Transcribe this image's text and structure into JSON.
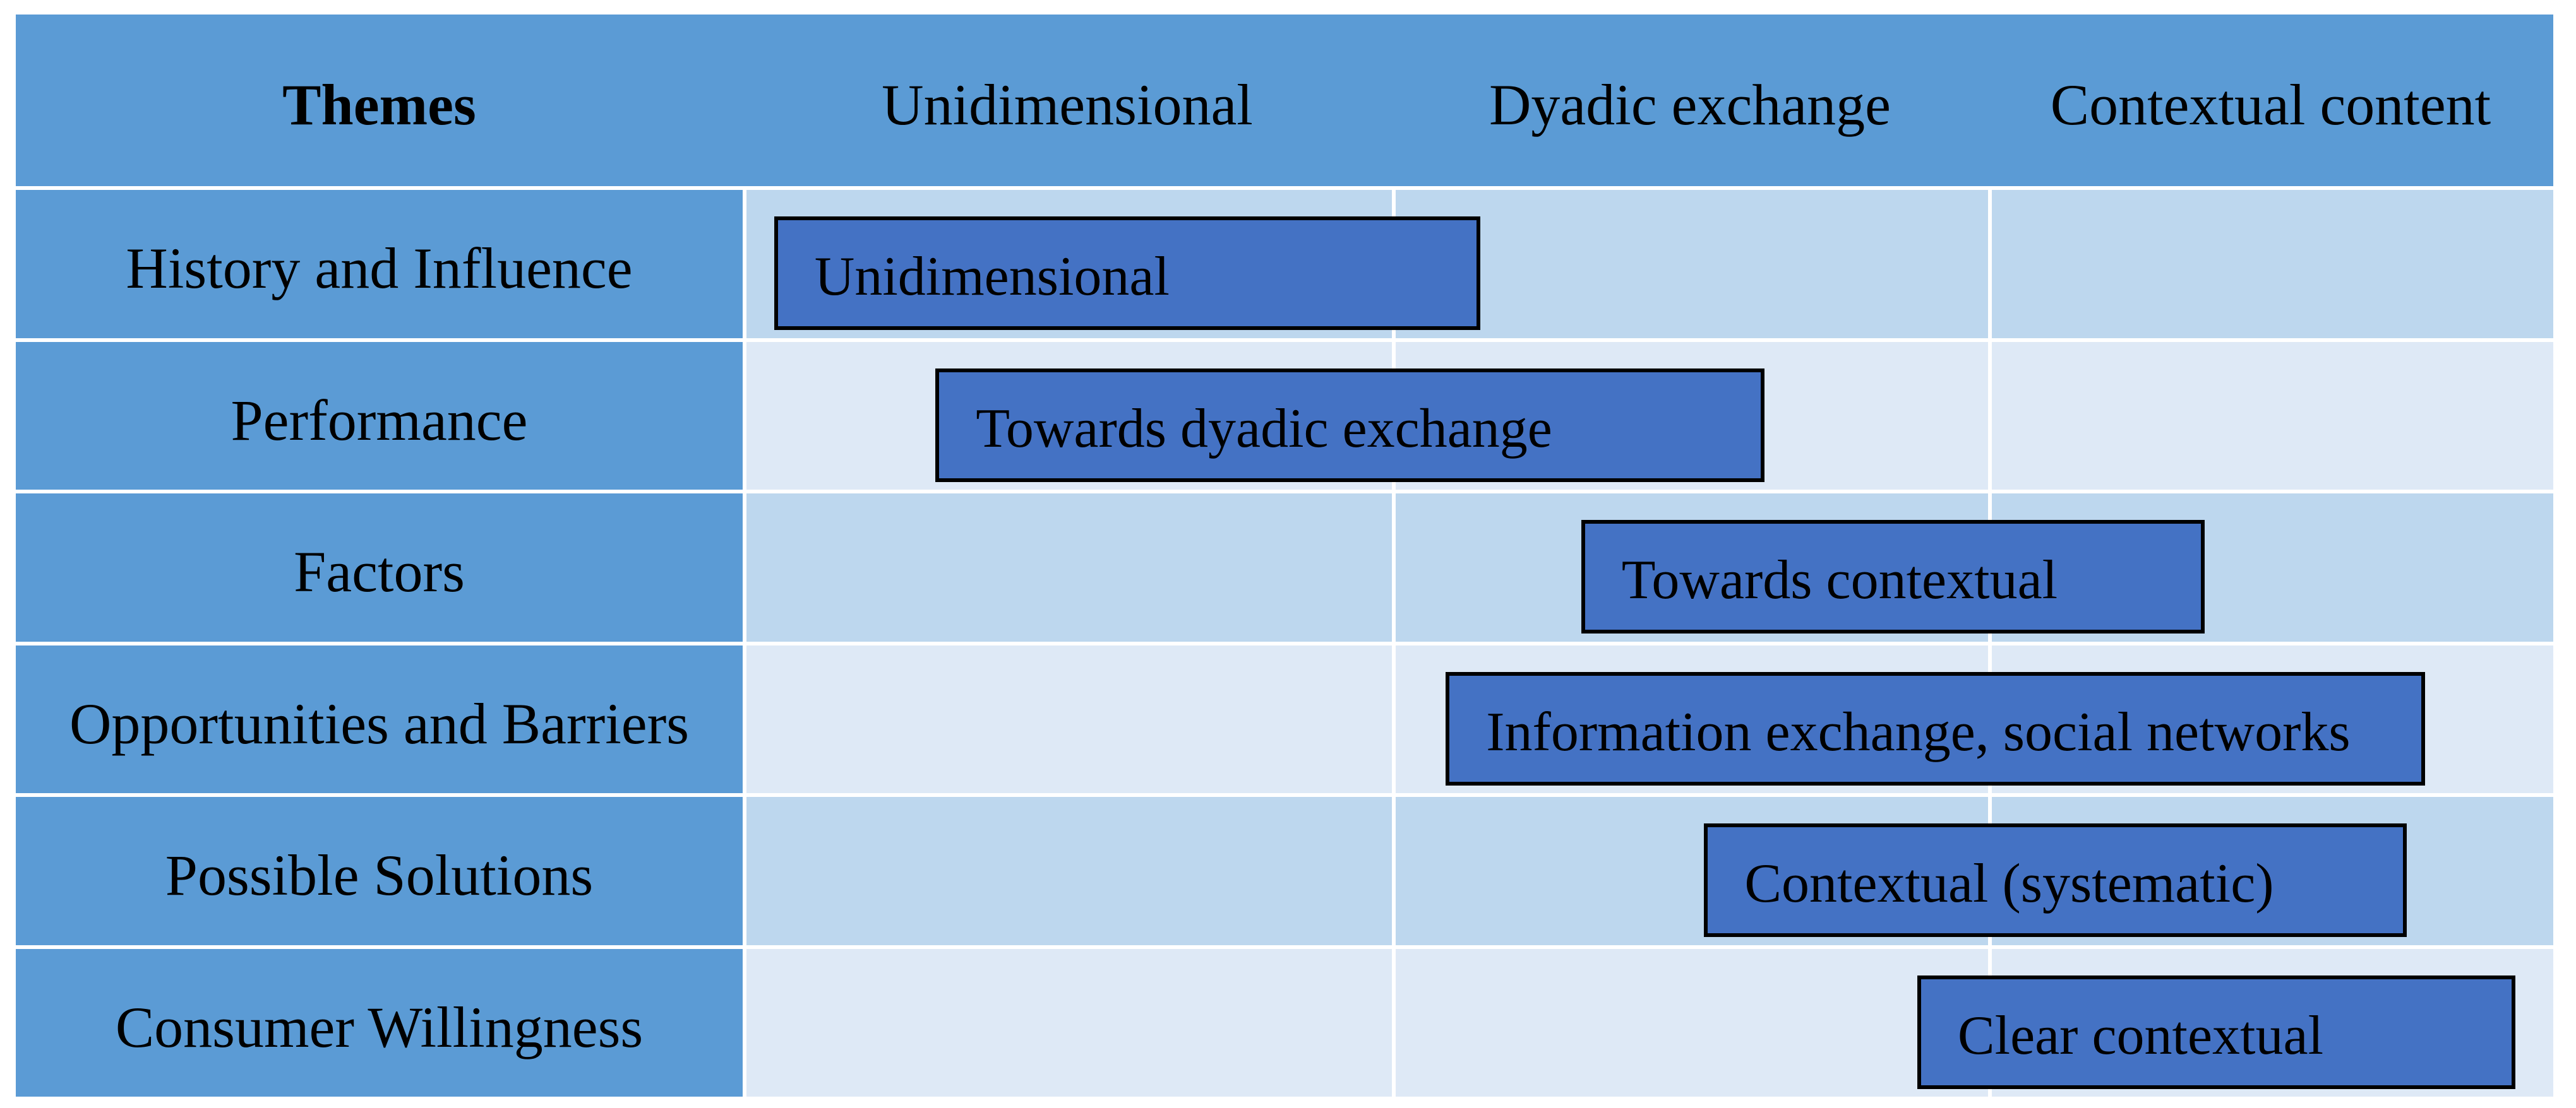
{
  "figure": {
    "description": "Thematic progression matrix: six research themes mapped across three value-exchange stages with gantt-style bars"
  },
  "table": {
    "header": {
      "theme_label": "Themes",
      "columns": [
        "Unidimensional",
        "Dyadic exchange",
        "Contextual content"
      ]
    },
    "rows": [
      {
        "theme": "History and Influence",
        "bar": {
          "label": "Unidimensional",
          "left_pct": 1.53,
          "width_pct": 39.1,
          "covers_columns": [
            "Unidimensional"
          ]
        }
      },
      {
        "theme": "Performance",
        "bar": {
          "label": "Towards dyadic exchange",
          "left_pct": 10.46,
          "width_pct": 45.9,
          "covers_columns": [
            "Unidimensional",
            "Dyadic exchange"
          ]
        }
      },
      {
        "theme": "Factors",
        "bar": {
          "label": "Towards contextual",
          "left_pct": 46.2,
          "width_pct": 34.5,
          "covers_columns": [
            "Dyadic exchange",
            "Contextual content"
          ]
        }
      },
      {
        "theme": "Opportunities and Barriers",
        "bar": {
          "label": "Information exchange, social networks",
          "left_pct": 38.7,
          "width_pct": 54.2,
          "covers_columns": [
            "Dyadic exchange",
            "Contextual content"
          ]
        }
      },
      {
        "theme": "Possible Solutions",
        "bar": {
          "label": "Contextual (systematic)",
          "left_pct": 53.0,
          "width_pct": 38.9,
          "covers_columns": [
            "Dyadic exchange",
            "Contextual content"
          ]
        }
      },
      {
        "theme": "Consumer Willingness",
        "bar": {
          "label": "Clear contextual",
          "left_pct": 64.8,
          "width_pct": 33.1,
          "covers_columns": [
            "Contextual content"
          ]
        }
      }
    ],
    "colors": {
      "header_fill": "#5B9BD5",
      "theme_column_fill": "#5B9BD5",
      "band_a_fill": "#BDD7EE",
      "band_b_fill": "#DEE9F6",
      "bar_fill": "#4472C4",
      "bar_border": "#000000",
      "gridline": "#FFFFFF",
      "text": "#000000"
    }
  }
}
